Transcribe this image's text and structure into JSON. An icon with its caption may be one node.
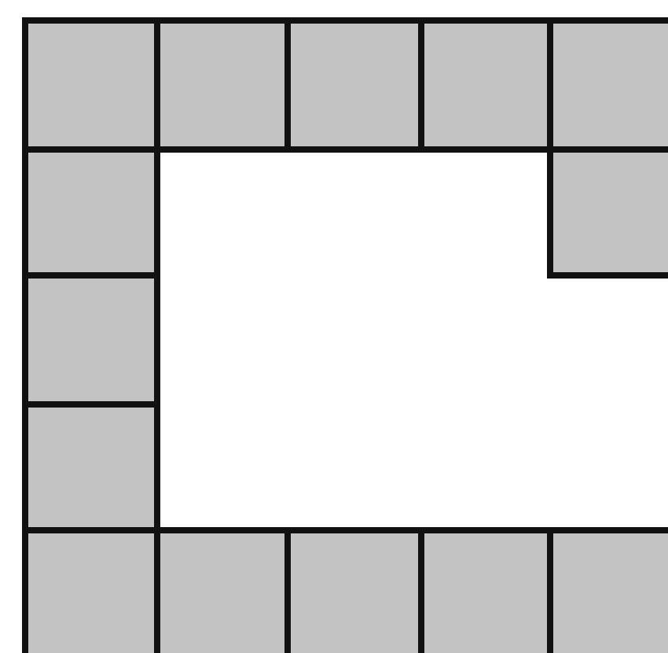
{
  "diagram": {
    "nodes": [
      {
        "text": [],
        "shape": "box"
      },
      {
        "text": [],
        "shape": "box"
      },
      {
        "text": [],
        "shape": "box"
      },
      {
        "text": [],
        "shape": "box"
      },
      {
        "text": [],
        "shape": "box"
      },
      {
        "text": [],
        "shape": "box"
      },
      {
        "text": [],
        "shape": "box"
      },
      {
        "text": [],
        "shape": "box"
      },
      {
        "text": [],
        "shape": "box"
      },
      {
        "text": [],
        "shape": "box"
      },
      {
        "text": [],
        "shape": "box"
      },
      {
        "text": [],
        "shape": "box"
      },
      {
        "text": [],
        "shape": "box"
      },
      {
        "text": [],
        "shape": "box"
      }
    ]
  }
}
